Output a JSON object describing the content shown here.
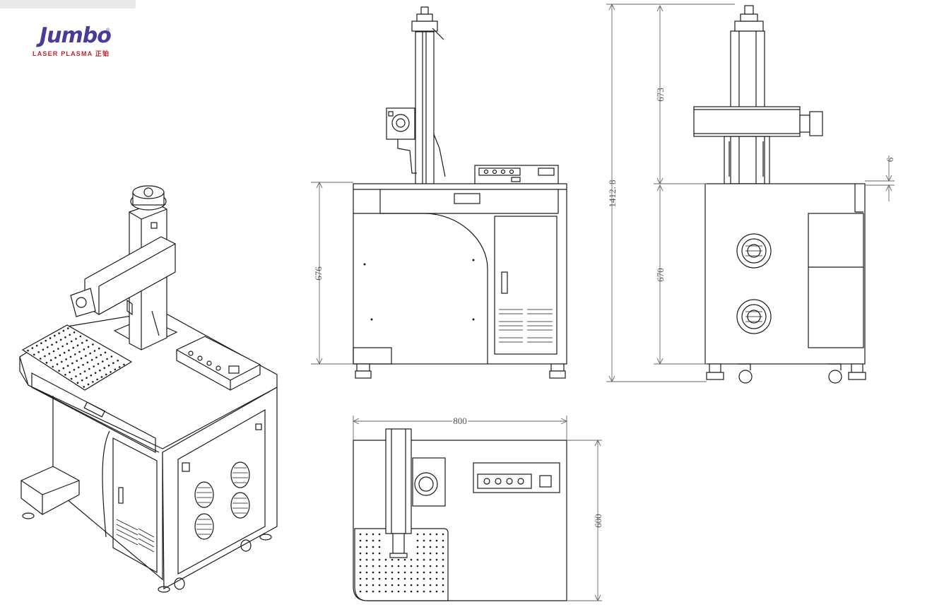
{
  "brand": {
    "name": "Jumbo",
    "trademark": "®",
    "tagline": "LASER PLASMA 正铂"
  },
  "dimensions": {
    "overall_height": "1412. 8",
    "column_height": "673",
    "gap": "6",
    "cabinet_height_side": "670",
    "cabinet_height_front": "676",
    "width": "800",
    "depth": "600"
  },
  "views": [
    "isometric",
    "front",
    "side",
    "top"
  ]
}
